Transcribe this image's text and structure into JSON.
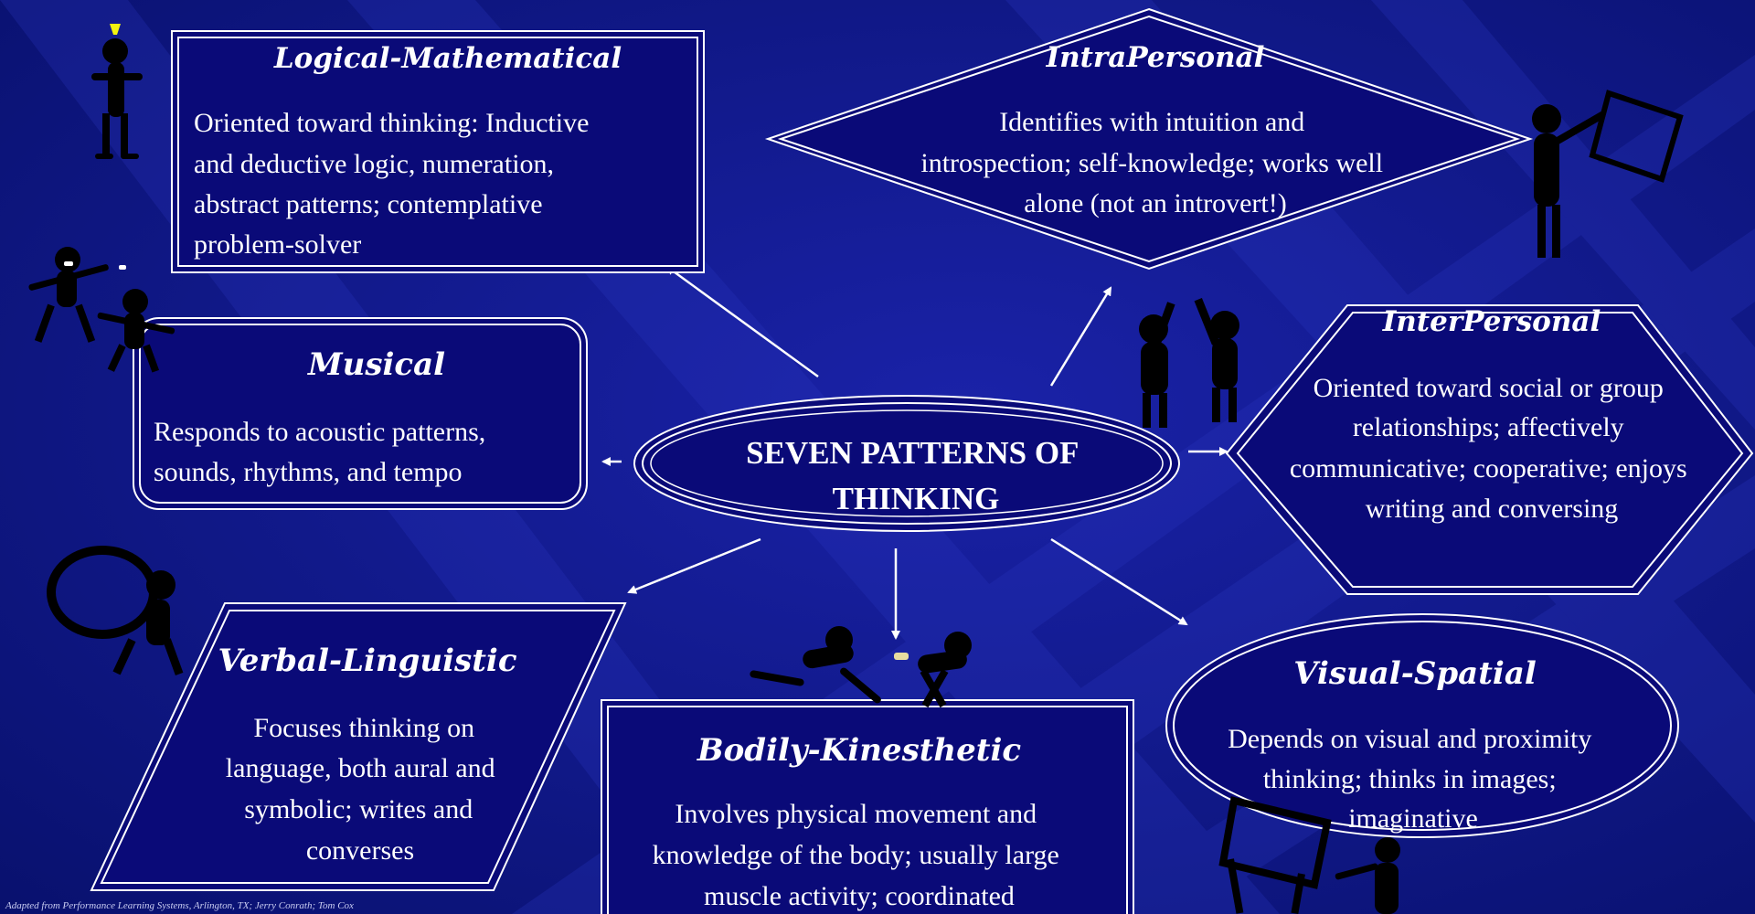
{
  "center": {
    "lines": [
      "SEVEN PATTERNS OF",
      "THINKING"
    ]
  },
  "nodes": {
    "logical": {
      "title": "Logical-Mathematical",
      "lines": [
        "Oriented toward thinking: Inductive",
        "and deductive logic, numeration,",
        "abstract patterns; contemplative",
        "problem-solver"
      ]
    },
    "intrapersonal": {
      "title": "IntraPersonal",
      "lines": [
        "Identifies with intuition and",
        "introspection; self-knowledge; works well",
        "alone (not an introvert!)"
      ]
    },
    "musical": {
      "title": "Musical",
      "lines": [
        "Responds to acoustic patterns,",
        "sounds, rhythms, and tempo"
      ]
    },
    "interpersonal": {
      "title": "InterPersonal",
      "lines": [
        "Oriented toward social or group",
        "relationships; affectively",
        "communicative; cooperative; enjoys",
        "writing and  conversing"
      ]
    },
    "verbal": {
      "title": "Verbal-Linguistic",
      "lines": [
        "Focuses thinking on",
        "language, both aural and",
        "symbolic;  writes and",
        "converses"
      ]
    },
    "bodily": {
      "title": "Bodily-Kinesthetic",
      "lines": [
        "Involves physical movement and",
        "knowledge of the body; usually large",
        "muscle activity; coordinated"
      ]
    },
    "visual": {
      "title": "Visual-Spatial",
      "lines": [
        "Depends on visual and proximity",
        "thinking; thinks in images;",
        "imaginative"
      ]
    }
  },
  "credit": "Adapted from Performance Learning Systems, Arlington, TX; Jerry Conrath; Tom Cox",
  "colors": {
    "background": "#0b1080",
    "node_fill": "#0a0a78",
    "stroke": "#ffffff",
    "text": "#ffffff"
  },
  "icons": [
    "lightbulb-thinker-icon",
    "dancing-figures-icon",
    "painter-figure-icon",
    "high-five-figures-icon",
    "singer-figure-icon",
    "runners-relay-icon",
    "easel-painter-icon"
  ]
}
